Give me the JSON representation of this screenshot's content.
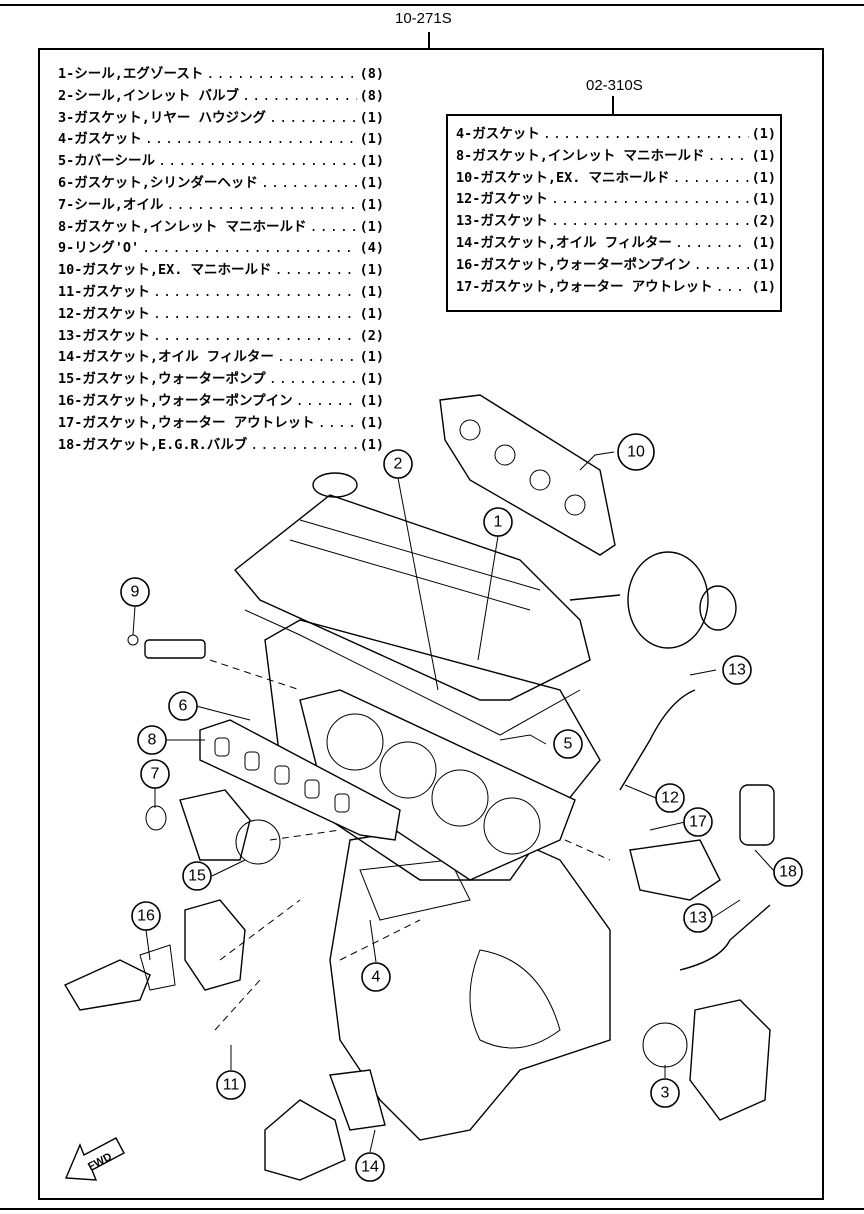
{
  "kit_main": "10-271S",
  "kit_sub": "02-310S",
  "main_parts": [
    {
      "name": "1-シール,エグゾースト",
      "qty": "(8)"
    },
    {
      "name": "2-シール,インレット バルブ",
      "qty": "(8)"
    },
    {
      "name": "3-ガスケット,リヤー ハウジング",
      "qty": "(1)"
    },
    {
      "name": "4-ガスケット",
      "qty": "(1)"
    },
    {
      "name": "5-カバーシール",
      "qty": "(1)"
    },
    {
      "name": "6-ガスケット,シリンダーヘッド",
      "qty": "(1)"
    },
    {
      "name": "7-シール,オイル",
      "qty": "(1)"
    },
    {
      "name": "8-ガスケット,インレット マニホールド",
      "qty": "(1)"
    },
    {
      "name": "9-リング'O'",
      "qty": "(4)"
    },
    {
      "name": "10-ガスケット,EX. マニホールド",
      "qty": "(1)"
    },
    {
      "name": "11-ガスケット",
      "qty": "(1)"
    },
    {
      "name": "12-ガスケット",
      "qty": "(1)"
    },
    {
      "name": "13-ガスケット",
      "qty": "(2)"
    },
    {
      "name": "14-ガスケット,オイル フィルター",
      "qty": "(1)"
    },
    {
      "name": "15-ガスケット,ウォーターポンプ",
      "qty": "(1)"
    },
    {
      "name": "16-ガスケット,ウォーターポンプイン",
      "qty": "(1)"
    },
    {
      "name": "17-ガスケット,ウォーター アウトレット",
      "qty": "(1)"
    },
    {
      "name": "18-ガスケット,E.G.R.バルブ",
      "qty": "(1)"
    }
  ],
  "sub_parts": [
    {
      "name": "4-ガスケット",
      "qty": "(1)"
    },
    {
      "name": "8-ガスケット,インレット マニホールド",
      "qty": "(1)"
    },
    {
      "name": "10-ガスケット,EX. マニホールド",
      "qty": "(1)"
    },
    {
      "name": "12-ガスケット",
      "qty": "(1)"
    },
    {
      "name": "13-ガスケット",
      "qty": "(2)"
    },
    {
      "name": "14-ガスケット,オイル フィルター",
      "qty": "(1)"
    },
    {
      "name": "16-ガスケット,ウォーターポンプイン",
      "qty": "(1)"
    },
    {
      "name": "17-ガスケット,ウォーター アウトレット",
      "qty": "(1)"
    }
  ],
  "callouts": {
    "c1": "1",
    "c2": "2",
    "c3": "3",
    "c4": "4",
    "c5": "5",
    "c6": "6",
    "c7": "7",
    "c8": "8",
    "c9": "9",
    "c10": "10",
    "c11": "11",
    "c12": "12",
    "c13a": "13",
    "c13b": "13",
    "c14": "14",
    "c15": "15",
    "c16": "16",
    "c17": "17",
    "c18": "18"
  },
  "fwd_label": "FWD"
}
